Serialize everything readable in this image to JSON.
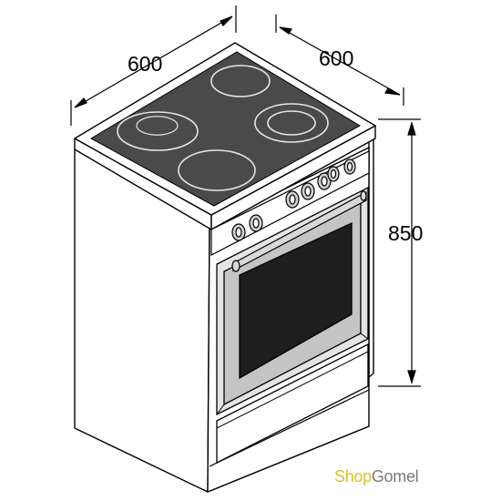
{
  "dimensions": {
    "width": "600",
    "depth": "600",
    "height": "850"
  },
  "watermark": {
    "part1": "Shop",
    "part2": "Gomel",
    "color_part1": "#d7c230",
    "color_part2": "#7a7a7a"
  },
  "colors": {
    "cooktop_glass": "#4a4a4a",
    "oven_door_window": "#1e1e1e",
    "body_outline": "#000000",
    "body_fill": "#ffffff"
  },
  "icons": [
    "ceramic-cooktop-icon",
    "cooking-zone-icon",
    "control-knob-icon",
    "oven-handle-icon"
  ]
}
